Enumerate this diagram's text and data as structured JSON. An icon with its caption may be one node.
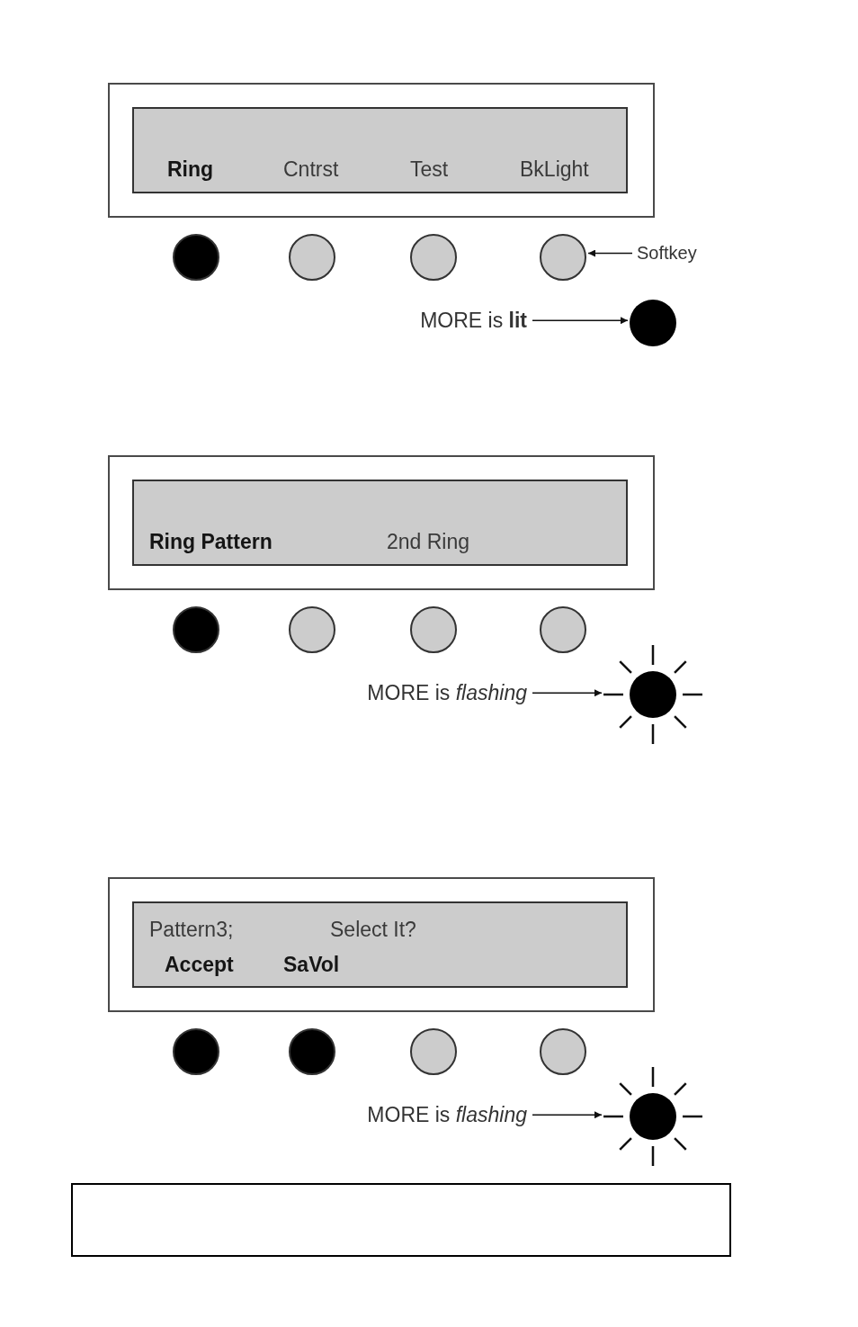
{
  "diagram": {
    "nodes": [
      {
        "text": [],
        "shape": "box"
      },
      {
        "text": [
          "Ring",
          "Cntrst",
          "Test",
          "BkLight"
        ],
        "in": 0
      },
      {
        "text": [],
        "shape": "circle"
      },
      {
        "text": [],
        "shape": "circle"
      },
      {
        "text": [],
        "shape": "circle"
      },
      {
        "text": [],
        "shape": "circle"
      },
      {
        "text": [
          "Softkey"
        ]
      },
      {
        "text": [
          "MORE is **lit**"
        ]
      },
      {
        "text": [],
        "shape": "circle"
      },
      {
        "text": [],
        "shape": "box"
      },
      {
        "text": [
          "Ring Pattern",
          "2nd Ring"
        ],
        "in": 9
      },
      {
        "text": [],
        "shape": "circle"
      },
      {
        "text": [],
        "shape": "circle"
      },
      {
        "text": [],
        "shape": "circle"
      },
      {
        "text": [],
        "shape": "circle"
      },
      {
        "text": [
          "MORE is *flashing*"
        ]
      },
      {
        "text": [],
        "shape": "circle"
      },
      {
        "text": [],
        "shape": "box"
      },
      {
        "text": [
          "Pattern3;",
          "Select It?",
          "Accept",
          "SaVol"
        ],
        "in": 17
      },
      {
        "text": [],
        "shape": "circle"
      },
      {
        "text": [],
        "shape": "circle"
      },
      {
        "text": [],
        "shape": "circle"
      },
      {
        "text": [],
        "shape": "circle"
      },
      {
        "text": [
          "MORE is *flashing*"
        ]
      },
      {
        "text": [],
        "shape": "circle"
      },
      {
        "text": [],
        "shape": "box"
      }
    ],
    "edges": [
      {
        "from": 6,
        "to": 5,
        "arrow": "to"
      },
      {
        "from": 7,
        "to": 8,
        "arrow": "to"
      },
      {
        "from": 15,
        "to": 16,
        "arrow": "to"
      },
      {
        "from": 23,
        "to": 24,
        "arrow": "to"
      }
    ]
  }
}
